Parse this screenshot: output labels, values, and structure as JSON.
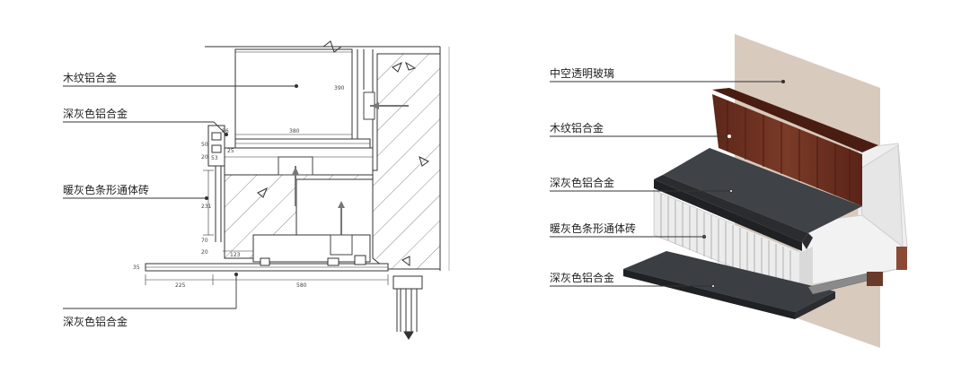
{
  "left_section": {
    "labels": {
      "wood_aluminum": "木纹铝合金",
      "dark_gray_aluminum_top": "深灰色铝合金",
      "warm_gray_tile": "暖灰色条形通体砖",
      "dark_gray_aluminum_bottom": "深灰色铝合金"
    },
    "dimensions": {
      "d86": "86",
      "d380": "380",
      "d53": "53",
      "d225": "225",
      "d580": "580",
      "d123": "123",
      "d231": "231",
      "d20a": "20",
      "d20b": "20",
      "d35": "35",
      "d50": "50",
      "d70": "70",
      "d25": "25",
      "d390": "390"
    }
  },
  "right_section": {
    "labels": {
      "hollow_glass": "中空透明玻璃",
      "wood_aluminum": "木纹铝合金",
      "dark_gray_aluminum_top": "深灰色铝合金",
      "warm_gray_tile": "暖灰色条形通体砖",
      "dark_gray_aluminum_bottom": "深灰色铝合金"
    }
  },
  "colors": {
    "line": "#333333",
    "wall": "#d9cbc0",
    "wood": "#6b2e1e",
    "dark_metal": "#3a3d40",
    "tile": "#e6e6e6",
    "concrete": "#ededed"
  }
}
